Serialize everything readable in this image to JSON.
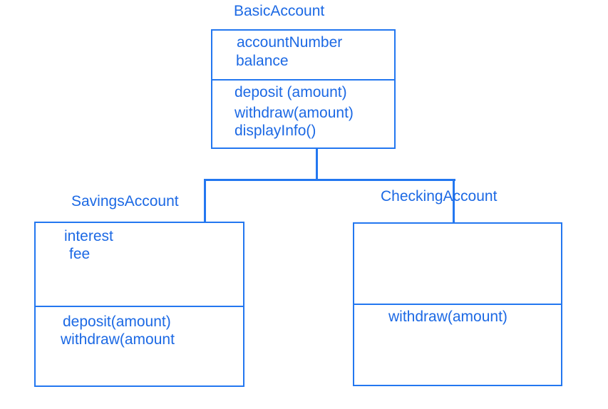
{
  "diagram": {
    "type": "uml-class-diagram",
    "classes": [
      {
        "name": "BasicAccount",
        "attributes": [
          "accountNumber",
          "balance"
        ],
        "methods": [
          "deposit (amount)",
          "withdraw(amount)",
          "displayInfo()"
        ]
      },
      {
        "name": "SavingsAccount",
        "attributes": [
          "interest",
          "fee"
        ],
        "methods": [
          "deposit(amount)",
          "withdraw(amount"
        ]
      },
      {
        "name": "CheckingAccount",
        "attributes": [],
        "methods": [
          "withdraw(amount)"
        ]
      }
    ],
    "relationships": [
      {
        "from": "BasicAccount",
        "to": "SavingsAccount",
        "type": "hierarchy-line"
      },
      {
        "from": "BasicAccount",
        "to": "CheckingAccount",
        "type": "hierarchy-line"
      }
    ],
    "colors": {
      "line": "#2377f0",
      "text": "#1c69e4",
      "background": "#ffffff"
    }
  }
}
